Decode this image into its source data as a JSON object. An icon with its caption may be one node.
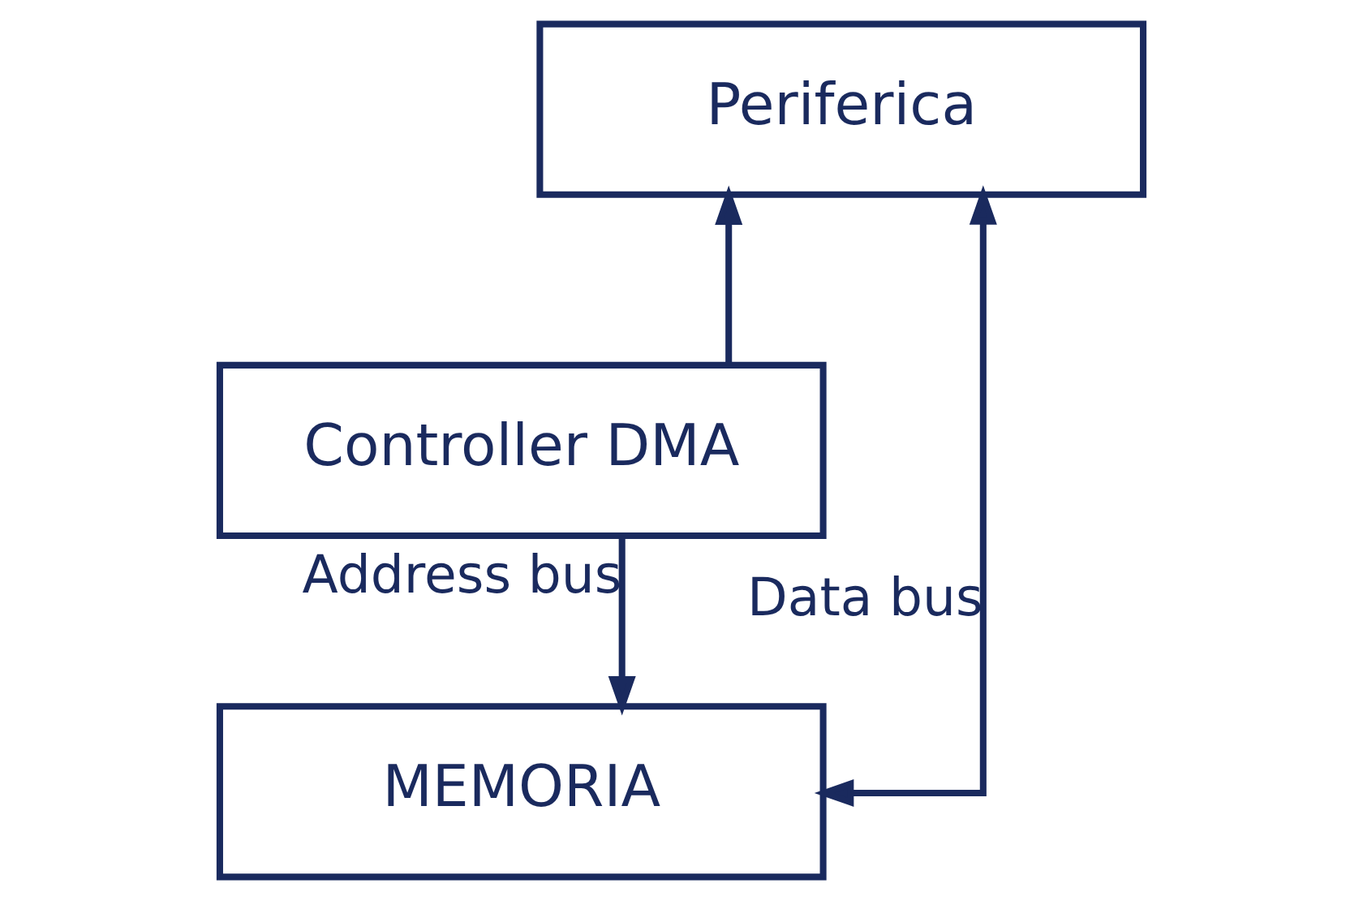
{
  "diagram": {
    "nodes": [
      {
        "text": [
          "Periferica"
        ]
      },
      {
        "text": [
          "Controller DMA"
        ]
      },
      {
        "text": [
          "MEMORIA"
        ]
      }
    ],
    "edges": [
      {
        "from": 1,
        "to": 0,
        "arrow": "to"
      },
      {
        "from": 1,
        "to": 2,
        "arrow": "to",
        "label": "Address bus"
      },
      {
        "from": 0,
        "to": 2,
        "arrow": "both",
        "label": "Data bus"
      }
    ]
  }
}
